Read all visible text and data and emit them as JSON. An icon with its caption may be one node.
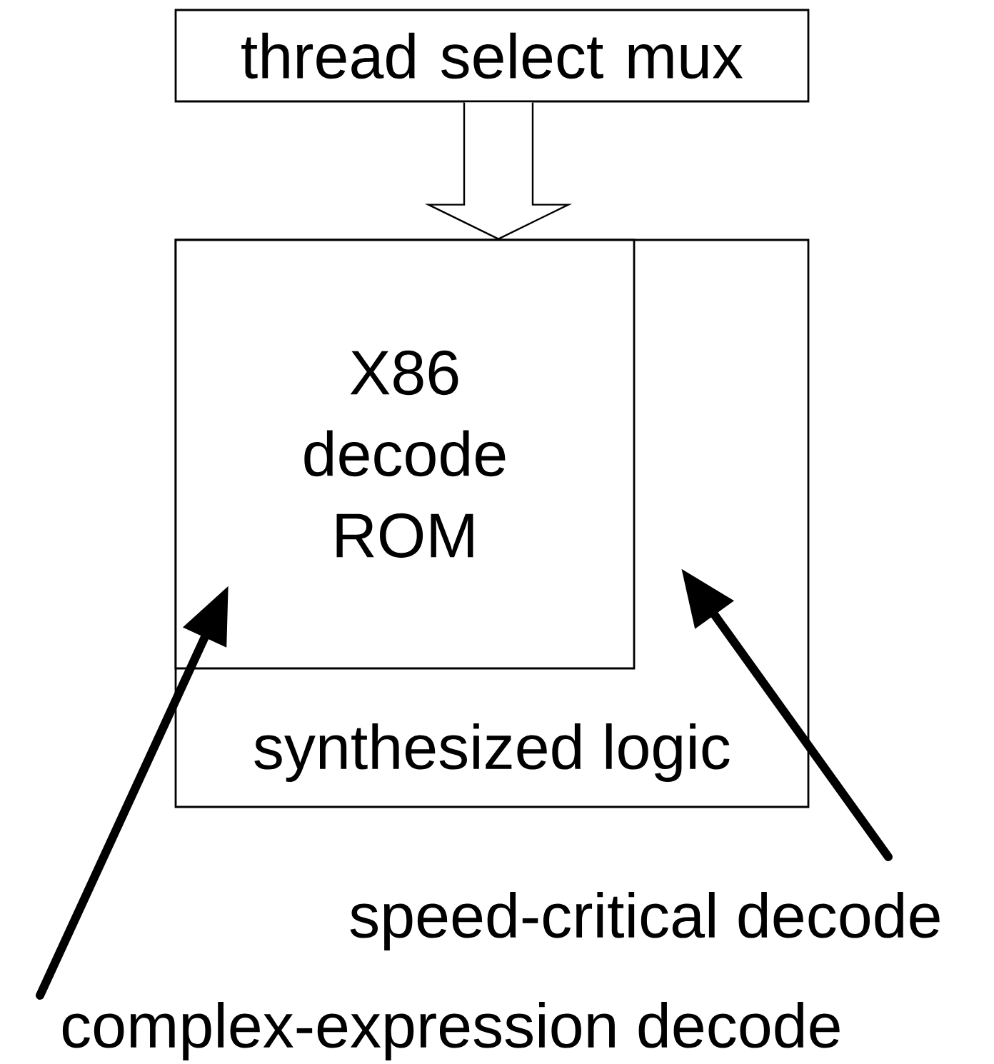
{
  "diagram": {
    "nodes": [
      {
        "text": [
          "thread select mux"
        ]
      },
      {
        "text": [
          "synthesized logic"
        ]
      },
      {
        "text": [
          "X86 decode ROM"
        ],
        "in": 1
      },
      {
        "text": [
          "speed-critical decode"
        ]
      },
      {
        "text": [
          "complex-expression decode"
        ]
      }
    ],
    "edges": [
      {
        "from": 0,
        "to": 2,
        "arrow": "to"
      },
      {
        "from": 3,
        "to": 1,
        "arrow": "to"
      },
      {
        "from": 4,
        "to": 2,
        "arrow": "to"
      }
    ]
  }
}
